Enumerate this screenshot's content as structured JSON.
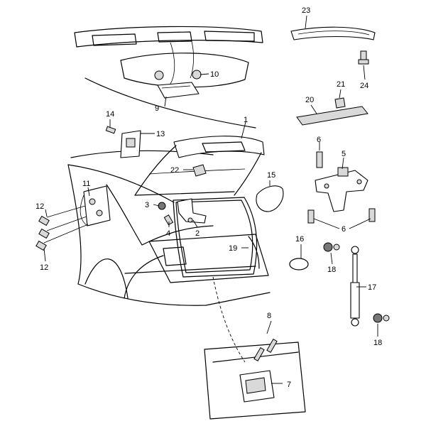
{
  "callouts": {
    "c1": "1",
    "c2": "2",
    "c3": "3",
    "c4": "4",
    "c5": "5",
    "c6a": "6",
    "c6b": "6",
    "c7": "7",
    "c8": "8",
    "c9": "9",
    "c10": "10",
    "c11": "11",
    "c12a": "12",
    "c12b": "12",
    "c13": "13",
    "c14": "14",
    "c15": "15",
    "c16": "16",
    "c17": "17",
    "c18a": "18",
    "c18b": "18",
    "c19": "19",
    "c20": "20",
    "c21": "21",
    "c22": "22",
    "c23": "23",
    "c24": "24"
  }
}
